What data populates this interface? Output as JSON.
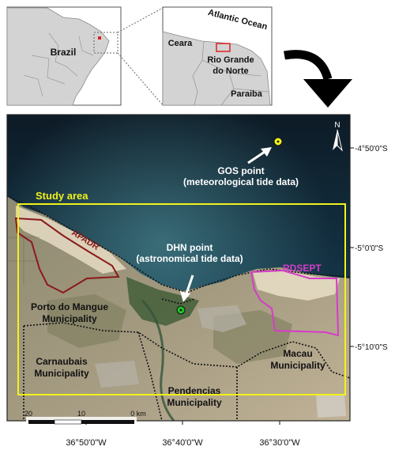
{
  "inset_maps": {
    "brazil_label": "Brazil",
    "ceara_label": "Ceara",
    "ocean_label": "Atlantic Ocean",
    "rgn_line1": "Rio Grande",
    "rgn_line2": "do Norte",
    "paraiba_label": "Paraiba"
  },
  "main_map": {
    "north_label": "N",
    "study_area_label": "Study area",
    "apadr_label": "APADR",
    "rdsept_label": "RDSEPT",
    "gos_line1": "GOS point",
    "gos_line2": "(meteorological tide data)",
    "dhn_line1": "DHN point",
    "dhn_line2": "(astronomical tide data)",
    "porto_line1": "Porto do Mangue",
    "porto_line2": "Municipality",
    "carn_line1": "Carnaubais",
    "carn_line2": "Municipality",
    "macau_line1": "Macau",
    "macau_line2": "Municipality",
    "pend_line1": "Pendencias",
    "pend_line2": "Municipality",
    "lat_ticks": [
      "-4°50'0\"S",
      "-5°0'0\"S",
      "-5°10'0\"S"
    ],
    "lon_ticks": [
      "36°50'0\"W",
      "36°40'0\"W",
      "36°30'0\"W"
    ],
    "scale_labels": [
      "20",
      "10",
      "0 km"
    ]
  },
  "colors": {
    "study_area": "#f2f21a",
    "apadr": "#8b1a1a",
    "rdsept": "#d63cc8",
    "gos_point": "#f2f21a",
    "dhn_point": "#22c22a",
    "inset_highlight": "#dd2222"
  }
}
